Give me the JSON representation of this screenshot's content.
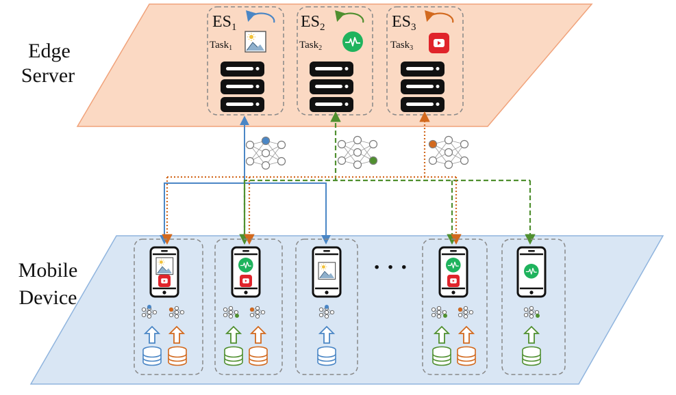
{
  "layers": {
    "edge": {
      "line1": "Edge",
      "line2": "Server"
    },
    "mobile": {
      "line1": "Mobile",
      "line2": "Device"
    }
  },
  "servers": [
    {
      "es": "ES",
      "es_sub": "1",
      "task": "Task",
      "task_sub": "1",
      "icon": "image-icon",
      "color": "#4a86c5"
    },
    {
      "es": "ES",
      "es_sub": "2",
      "task": "Task",
      "task_sub": "2",
      "icon": "heartbeat-icon",
      "color": "#4f8f2f"
    },
    {
      "es": "ES",
      "es_sub": "3",
      "task": "Task",
      "task_sub": "3",
      "icon": "video-play-icon",
      "color": "#d2691e"
    }
  ],
  "ellipsis": "· · ·",
  "colors": {
    "edge_plane_fill": "#fbd9c3",
    "edge_plane_stroke": "#f0a27a",
    "mobile_plane_fill": "#d9e6f4",
    "mobile_plane_stroke": "#8fb4de",
    "blue": "#4a86c5",
    "green": "#4f8f2f",
    "orange": "#d2691e",
    "youtube_red": "#e0242b",
    "icon_green": "#1fb35d"
  }
}
